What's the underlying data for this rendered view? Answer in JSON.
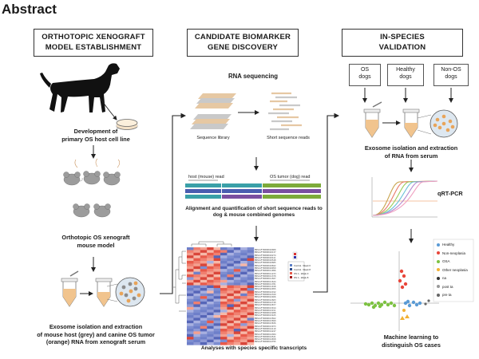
{
  "title": "Abstract",
  "columns": [
    {
      "lines": [
        "ORTHOTOPIC XENOGRAFT",
        "MODEL ESTABLISHMENT"
      ]
    },
    {
      "lines": [
        "CANDIDATE BIOMARKER",
        "GENE DISCOVERY"
      ]
    },
    {
      "lines": [
        "IN-SPECIES",
        "VALIDATION"
      ]
    }
  ],
  "left": {
    "step1": [
      "Development of",
      "primary OS host cell line"
    ],
    "step2": [
      "Orthotopic OS xenograft",
      "mouse model"
    ],
    "step3": [
      "Exosome isolation and extraction",
      "of mouse host (grey) and canine OS tumor",
      "(orange) RNA from xenograft serum"
    ]
  },
  "middle": {
    "rna_seq": "RNA sequencing",
    "seq_library": "Sequence library",
    "short_reads": "Short sequence reads",
    "host_read": "host (mouse) read",
    "tumor_read": "OS tumor (dog) read",
    "alignment": [
      "Alignment and quantification of short sequence reads to",
      "dog & mouse combined genomes"
    ],
    "analyses": "Analyses with species specific transcripts",
    "heatmap_legend": [
      "Control - Week 0",
      "Control - Week 8",
      "OS 1 - Week 0",
      "OS 1 - Week 8"
    ]
  },
  "right": {
    "dog_boxes": [
      {
        "lines": [
          "OS",
          "dogs"
        ]
      },
      {
        "lines": [
          "Healthy",
          "dogs"
        ]
      },
      {
        "lines": [
          "Non-OS",
          "dogs"
        ]
      }
    ],
    "exosome": [
      "Exosome isolation and extraction",
      "of RNA from serum"
    ],
    "qrtpcr": "qRT-PCR",
    "ml": [
      "Machine learning to",
      "distinguish OS cases"
    ],
    "scatter_legend": [
      {
        "label": "Healthy",
        "color": "#5b9bd5"
      },
      {
        "label": "Non-neoplasia",
        "color": "#e8463a"
      },
      {
        "label": "OSA",
        "color": "#7dc242"
      },
      {
        "label": "Other neoplasia",
        "color": "#f2b134"
      },
      {
        "label": "na",
        "color": "#333333"
      },
      {
        "label": "post ta",
        "color": "#999999"
      },
      {
        "label": "pre ta",
        "color": "#666666"
      }
    ]
  },
  "colors": {
    "accent_orange": "#e8a45a",
    "host_grey": "#9a9a9a",
    "read_teal": "#3aa0a8",
    "read_blue": "#4a5db0",
    "read_purple": "#7a4fa0",
    "read_green": "#7dab3a"
  }
}
